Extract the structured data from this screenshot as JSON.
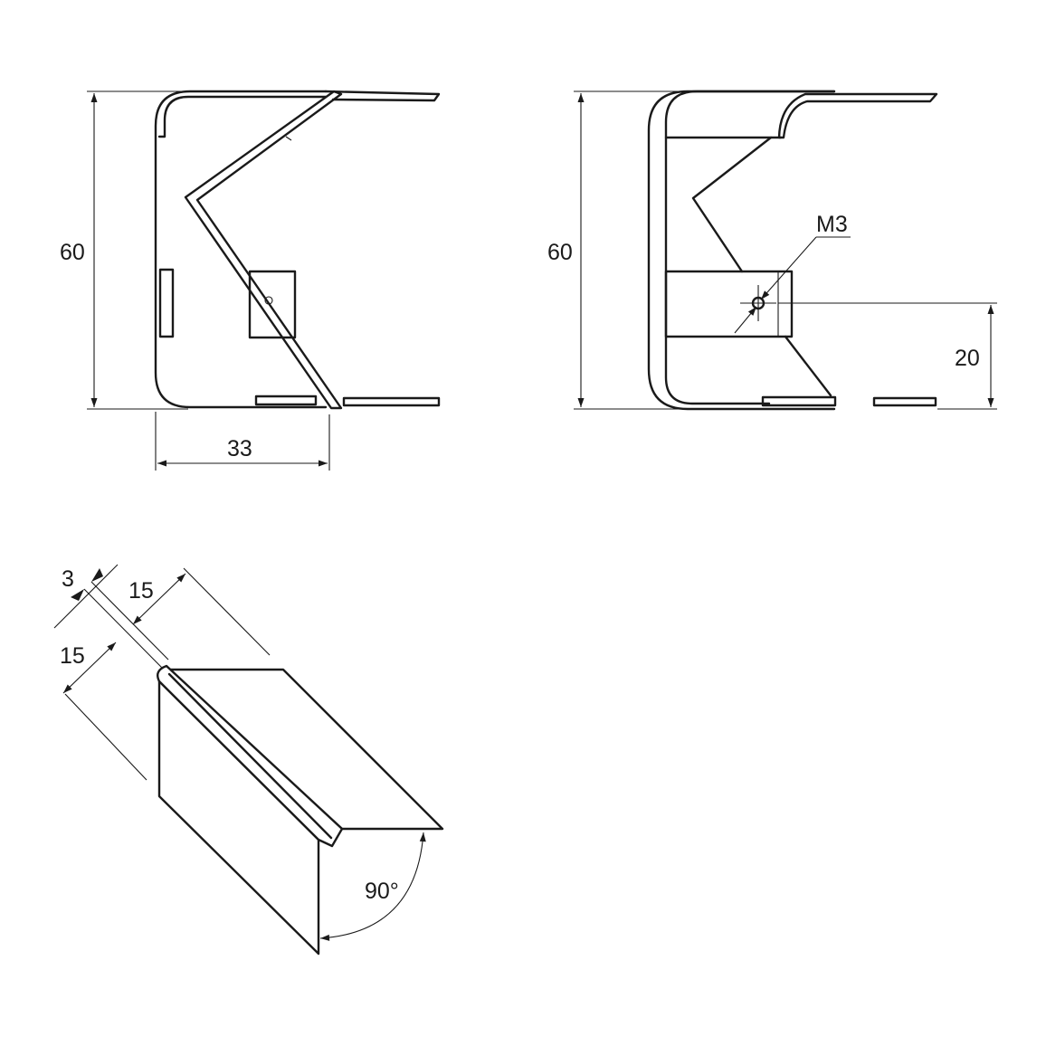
{
  "colors": {
    "line": "#1a1a1a",
    "background": "#ffffff"
  },
  "side_view": {
    "height_dim": "60",
    "width_dim": "33"
  },
  "front_view": {
    "height_dim": "60",
    "hole_height_dim": "20",
    "thread_label": "M3"
  },
  "iso_view": {
    "thickness_dim": "3",
    "flange_width_dim": "15",
    "flange_height_dim": "15",
    "angle_dim": "90°"
  }
}
